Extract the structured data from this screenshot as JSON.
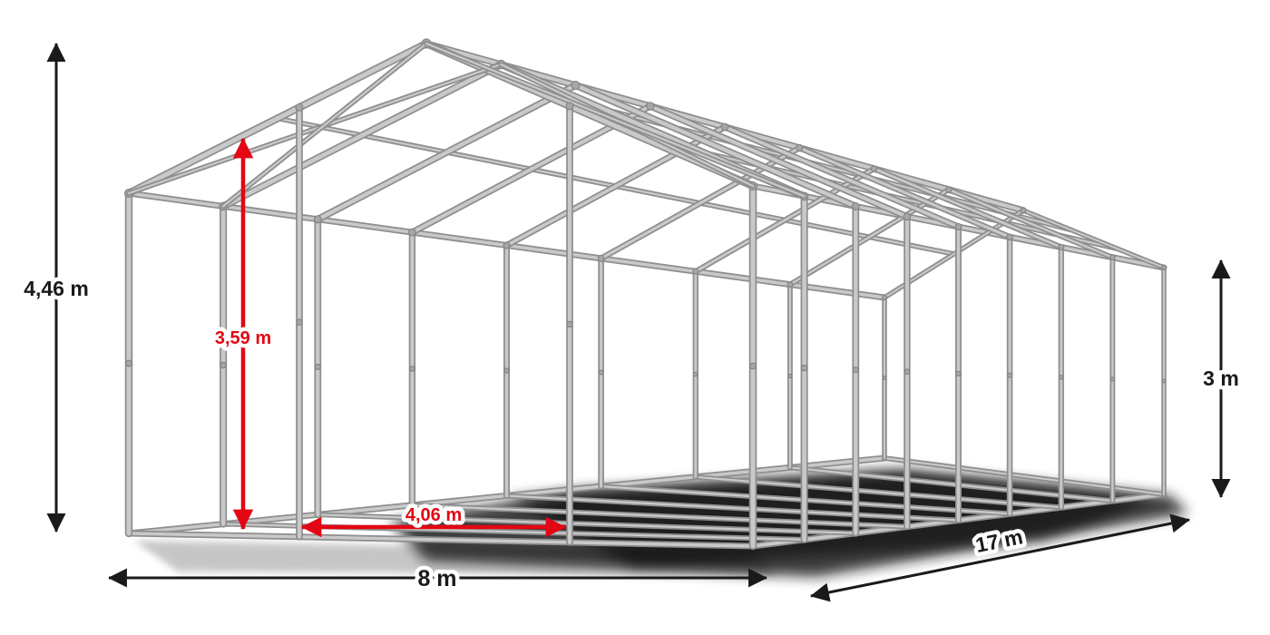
{
  "dimensions": {
    "total_height": "4,46 m",
    "clearance_height": "3,59 m",
    "entrance_width": "4,06 m",
    "front_width": "8 m",
    "length": "17 m",
    "side_height": "3 m"
  },
  "colors": {
    "dimension_black": "#1a1a1a",
    "dimension_red": "#e30613",
    "frame_light": "#c9c9c9",
    "frame_dark": "#8e8e8e",
    "joint_fill": "#a6a6a6",
    "joint_ring": "#7f7f7f",
    "background": "#ffffff"
  }
}
